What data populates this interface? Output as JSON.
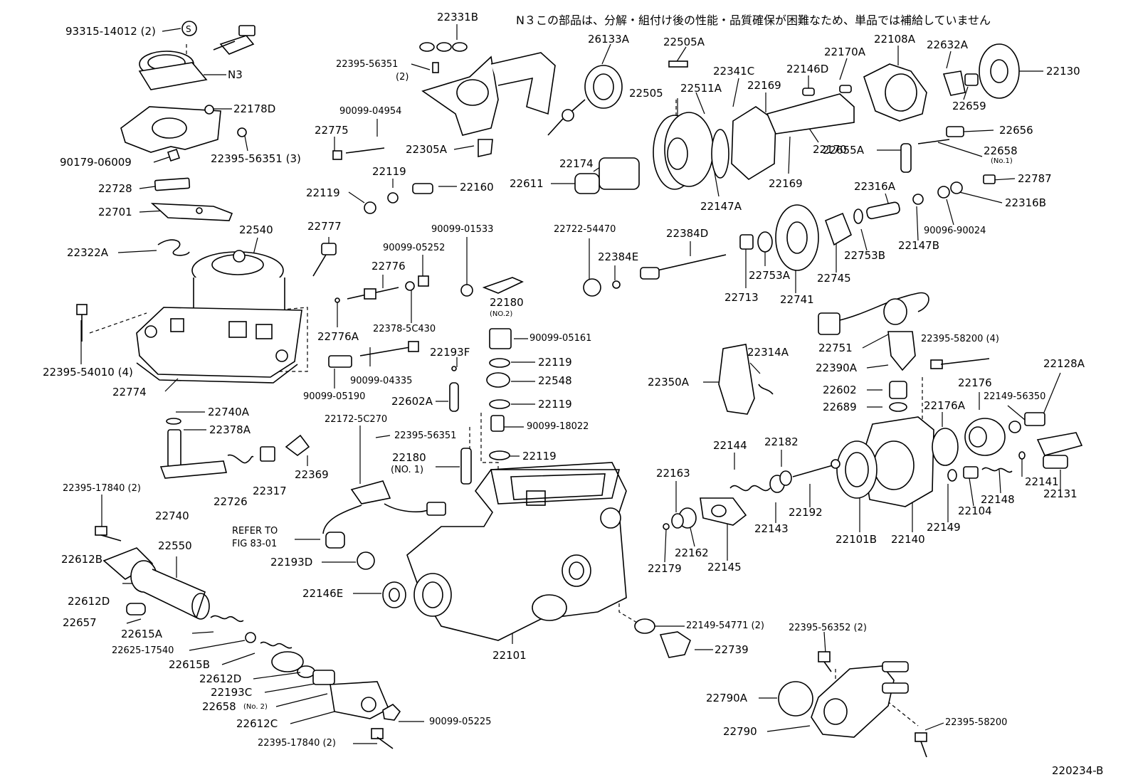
{
  "header_note": "N３この部品は、分解・組付け後の性能・品質確保が困難なため、単品では補給していません",
  "figure_number": "220234-B",
  "labels": {
    "p93315_14012": "93315-14012 (2)",
    "pN3": "N3",
    "p22178D": "22178D",
    "p22395_56351_3": "22395-56351 (3)",
    "p90179_06009": "90179-06009",
    "p22728": "22728",
    "p22701": "22701",
    "p22540": "22540",
    "p22322A": "22322A",
    "p22395_54010": "22395-54010 (4)",
    "p22774": "22774",
    "p22740A": "22740A",
    "p22378A": "22378A",
    "p22369": "22369",
    "p22726": "22726",
    "p22317": "22317",
    "p22740": "22740",
    "p22395_17840_a": "22395-17840 (2)",
    "p22612B": "22612B",
    "p22550": "22550",
    "p22612D_a": "22612D",
    "p22657": "22657",
    "p22615A": "22615A",
    "p22625_17540": "22625-17540",
    "p22615B": "22615B",
    "p22612D_b": "22612D",
    "p22193C": "22193C",
    "p22658_2": "22658",
    "p22658_2_sub": "(No. 2)",
    "p22612C": "22612C",
    "p90099_05225": "90099-05225",
    "p22395_17840_b": "22395-17840 (2)",
    "p22331B": "22331B",
    "p22395_56351_2": "22395-56351",
    "p22395_56351_2q": "(2)",
    "p90099_04954": "90099-04954",
    "p22775": "22775",
    "p22305A": "22305A",
    "p22119_a": "22119",
    "p22119_b": "22119",
    "p22160": "22160",
    "p22777": "22777",
    "p90099_01533": "90099-01533",
    "p90099_05252": "90099-05252",
    "p22776": "22776",
    "p22180_2": "22180",
    "p22180_2_sub": "(NO.2)",
    "p22776A": "22776A",
    "p22378_5C430": "22378-5C430",
    "p90099_05161": "90099-05161",
    "p22193F": "22193F",
    "p22119_c": "22119",
    "p22548": "22548",
    "p90099_04335": "90099-04335",
    "p90099_05190": "90099-05190",
    "p22602A": "22602A",
    "p22119_d": "22119",
    "p22172_5C270": "22172-5C270",
    "p90099_18022": "90099-18022",
    "p22395_56351_c": "22395-56351",
    "p22119_e": "22119",
    "p22180_1": "22180",
    "p22180_1_sub": "(NO. 1)",
    "p_refer": "REFER TO",
    "p_fig": "FIG 83-01",
    "p22193D": "22193D",
    "p22146E": "22146E",
    "p22101": "22101",
    "p26133A": "26133A",
    "p22505A": "22505A",
    "p22505": "22505",
    "p22511A": "22511A",
    "p22341C": "22341C",
    "p22169_a": "22169",
    "p22146D": "22146D",
    "p22170A": "22170A",
    "p22108A": "22108A",
    "p22632A": "22632A",
    "p22130": "22130",
    "p22659": "22659",
    "p22174": "22174",
    "p22611": "22611",
    "p22147A": "22147A",
    "p22169_b": "22169",
    "p22170": "22170",
    "p22655A": "22655A",
    "p22656": "22656",
    "p22658_1": "22658",
    "p22658_1_sub": "(No.1)",
    "p22787": "22787",
    "p22316A": "22316A",
    "p22316B": "22316B",
    "p22722_54470": "22722-54470",
    "p22384D": "22384D",
    "p22384E": "22384E",
    "p22753B": "22753B",
    "p22147B": "22147B",
    "p90096_90024": "90096-90024",
    "p22713": "22713",
    "p22753A": "22753A",
    "p22741": "22741",
    "p22745": "22745",
    "p22751": "22751",
    "p22395_58200_4": "22395-58200 (4)",
    "p22390A": "22390A",
    "p22314A": "22314A",
    "p22350A": "22350A",
    "p22128A": "22128A",
    "p22602": "22602",
    "p22176": "22176",
    "p22149_56350": "22149-56350",
    "p22689": "22689",
    "p22176A": "22176A",
    "p22144": "22144",
    "p22182": "22182",
    "p22163": "22163",
    "p22141": "22141",
    "p22148": "22148",
    "p22131": "22131",
    "p22192": "22192",
    "p22104": "22104",
    "p22143": "22143",
    "p22149": "22149",
    "p22101B": "22101B",
    "p22140": "22140",
    "p22162": "22162",
    "p22145": "22145",
    "p22179": "22179",
    "p22149_54771": "22149-54771 (2)",
    "p22395_56352": "22395-56352 (2)",
    "p22739": "22739",
    "p22790A": "22790A",
    "p22790": "22790",
    "p22395_58200": "22395-58200"
  }
}
